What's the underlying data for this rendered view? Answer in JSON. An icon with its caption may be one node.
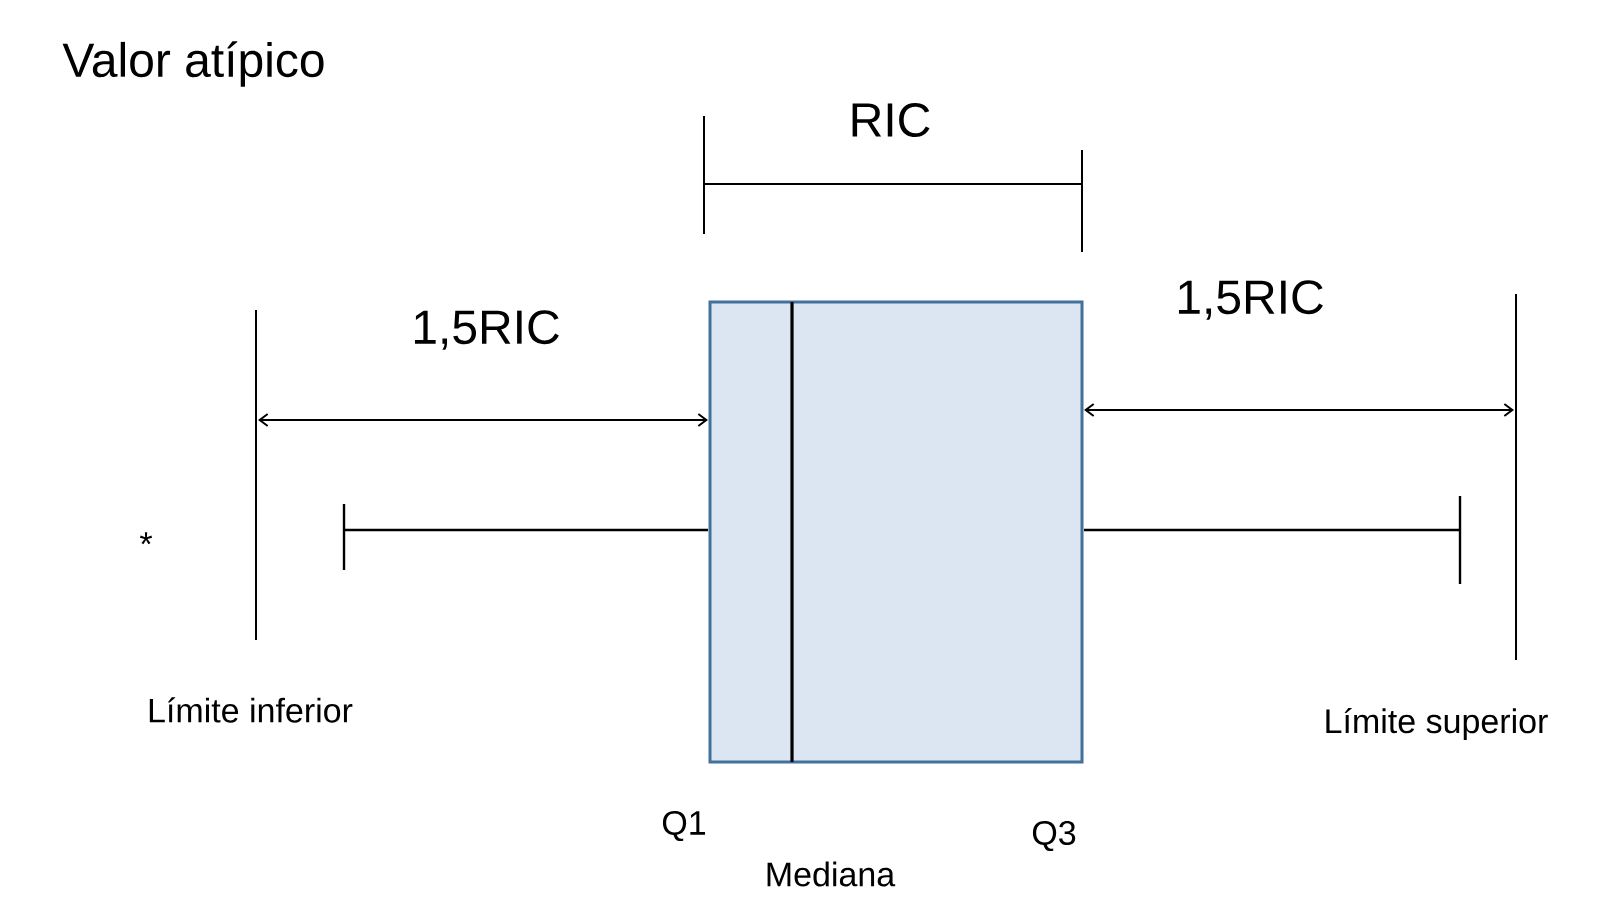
{
  "diagram": {
    "labels": [
      "Valor atípico",
      "RIC",
      "1,5RIC",
      "1,5RIC",
      "*",
      "Límite inferior",
      "Límite superior",
      "Q1",
      "Mediana",
      "Q3"
    ]
  }
}
